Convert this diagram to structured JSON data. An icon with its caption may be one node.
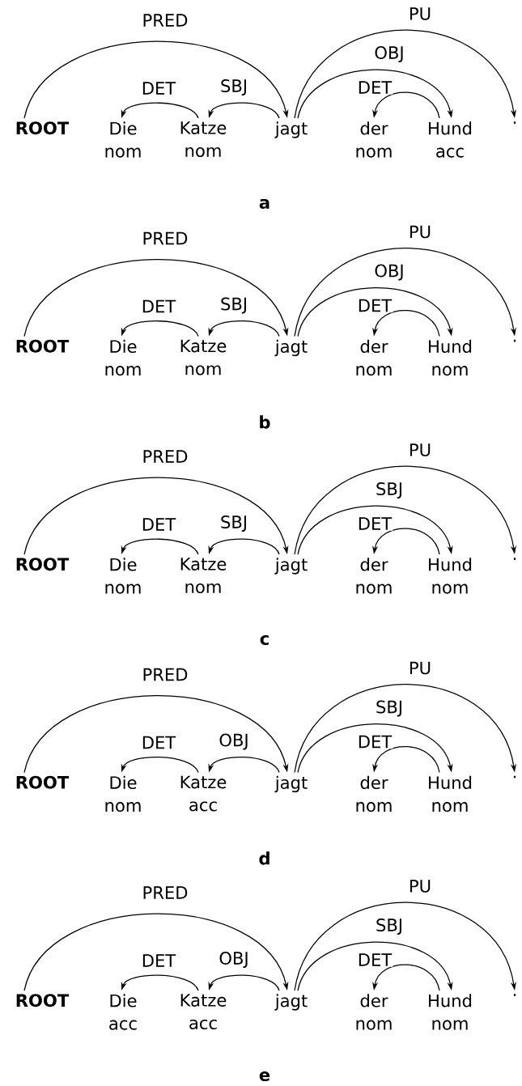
{
  "diagram": {
    "nodes": [
      {
        "text": [
          "ROOT"
        ]
      },
      {
        "text": [
          "Die",
          "nom"
        ]
      },
      {
        "text": [
          "Katze",
          "nom"
        ]
      },
      {
        "text": [
          "jagt"
        ]
      },
      {
        "text": [
          "der",
          "nom"
        ]
      },
      {
        "text": [
          "Hund",
          "acc"
        ]
      },
      {
        "text": [
          "."
        ]
      },
      {
        "text": [
          "ROOT"
        ]
      },
      {
        "text": [
          "Die",
          "nom"
        ]
      },
      {
        "text": [
          "Katze",
          "nom"
        ]
      },
      {
        "text": [
          "jagt"
        ]
      },
      {
        "text": [
          "der",
          "nom"
        ]
      },
      {
        "text": [
          "Hund",
          "nom"
        ]
      },
      {
        "text": [
          "."
        ]
      },
      {
        "text": [
          "ROOT"
        ]
      },
      {
        "text": [
          "Die",
          "nom"
        ]
      },
      {
        "text": [
          "Katze",
          "nom"
        ]
      },
      {
        "text": [
          "jagt"
        ]
      },
      {
        "text": [
          "der",
          "nom"
        ]
      },
      {
        "text": [
          "Hund",
          "nom"
        ]
      },
      {
        "text": [
          "."
        ]
      },
      {
        "text": [
          "ROOT"
        ]
      },
      {
        "text": [
          "Die",
          "nom"
        ]
      },
      {
        "text": [
          "Katze",
          "acc"
        ]
      },
      {
        "text": [
          "jagt"
        ]
      },
      {
        "text": [
          "der",
          "nom"
        ]
      },
      {
        "text": [
          "Hund",
          "nom"
        ]
      },
      {
        "text": [
          "."
        ]
      },
      {
        "text": [
          "ROOT"
        ]
      },
      {
        "text": [
          "Die",
          "acc"
        ]
      },
      {
        "text": [
          "Katze",
          "acc"
        ]
      },
      {
        "text": [
          "jagt"
        ]
      },
      {
        "text": [
          "der",
          "nom"
        ]
      },
      {
        "text": [
          "Hund",
          "nom"
        ]
      },
      {
        "text": [
          "."
        ]
      }
    ],
    "edges": [
      {
        "from": 0,
        "to": 3,
        "arrow": "to",
        "label": "PRED"
      },
      {
        "from": 2,
        "to": 1,
        "arrow": "to",
        "label": "DET"
      },
      {
        "from": 3,
        "to": 2,
        "arrow": "to",
        "label": "SBJ"
      },
      {
        "from": 3,
        "to": 5,
        "arrow": "to",
        "label": "OBJ"
      },
      {
        "from": 5,
        "to": 4,
        "arrow": "to",
        "label": "DET"
      },
      {
        "from": 3,
        "to": 6,
        "arrow": "to",
        "label": "PU"
      },
      {
        "from": 7,
        "to": 10,
        "arrow": "to",
        "label": "PRED"
      },
      {
        "from": 9,
        "to": 8,
        "arrow": "to",
        "label": "DET"
      },
      {
        "from": 10,
        "to": 9,
        "arrow": "to",
        "label": "SBJ"
      },
      {
        "from": 10,
        "to": 12,
        "arrow": "to",
        "label": "OBJ"
      },
      {
        "from": 12,
        "to": 11,
        "arrow": "to",
        "label": "DET"
      },
      {
        "from": 10,
        "to": 13,
        "arrow": "to",
        "label": "PU"
      },
      {
        "from": 14,
        "to": 17,
        "arrow": "to",
        "label": "PRED"
      },
      {
        "from": 16,
        "to": 15,
        "arrow": "to",
        "label": "DET"
      },
      {
        "from": 17,
        "to": 16,
        "arrow": "to",
        "label": "SBJ"
      },
      {
        "from": 17,
        "to": 19,
        "arrow": "to",
        "label": "SBJ"
      },
      {
        "from": 19,
        "to": 18,
        "arrow": "to",
        "label": "DET"
      },
      {
        "from": 17,
        "to": 20,
        "arrow": "to",
        "label": "PU"
      },
      {
        "from": 21,
        "to": 24,
        "arrow": "to",
        "label": "PRED"
      },
      {
        "from": 23,
        "to": 22,
        "arrow": "to",
        "label": "DET"
      },
      {
        "from": 24,
        "to": 23,
        "arrow": "to",
        "label": "OBJ"
      },
      {
        "from": 24,
        "to": 26,
        "arrow": "to",
        "label": "SBJ"
      },
      {
        "from": 26,
        "to": 25,
        "arrow": "to",
        "label": "DET"
      },
      {
        "from": 24,
        "to": 27,
        "arrow": "to",
        "label": "PU"
      },
      {
        "from": 28,
        "to": 31,
        "arrow": "to",
        "label": "PRED"
      },
      {
        "from": 30,
        "to": 29,
        "arrow": "to",
        "label": "DET"
      },
      {
        "from": 31,
        "to": 30,
        "arrow": "to",
        "label": "OBJ"
      },
      {
        "from": 31,
        "to": 33,
        "arrow": "to",
        "label": "SBJ"
      },
      {
        "from": 33,
        "to": 32,
        "arrow": "to",
        "label": "DET"
      },
      {
        "from": 31,
        "to": 34,
        "arrow": "to",
        "label": "PU"
      }
    ],
    "labels": [
      "a",
      "b",
      "c",
      "d",
      "e"
    ]
  }
}
